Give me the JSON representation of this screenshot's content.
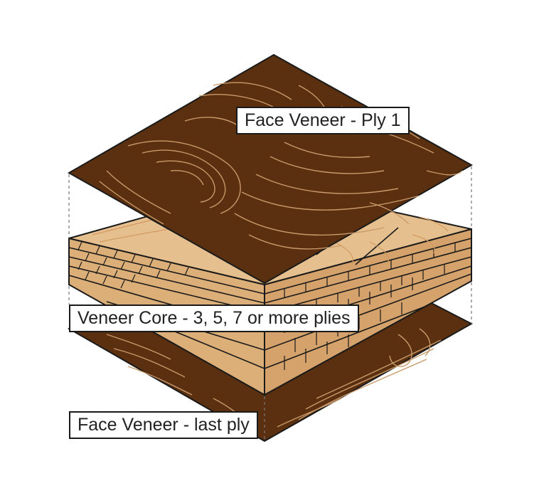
{
  "labels": {
    "top": "Face Veneer - Ply 1",
    "core": "Veneer Core - 3, 5, 7 or more plies",
    "bottom": "Face Veneer - last ply"
  },
  "colors": {
    "dark_wood": "#5a3010",
    "dark_grain": "#c89a6a",
    "light_wood": "#e6bf8e",
    "light_grain": "#d29a62",
    "side_left": "#dcae78",
    "side_right": "#d4a26a",
    "outline": "#1a1a1a"
  }
}
